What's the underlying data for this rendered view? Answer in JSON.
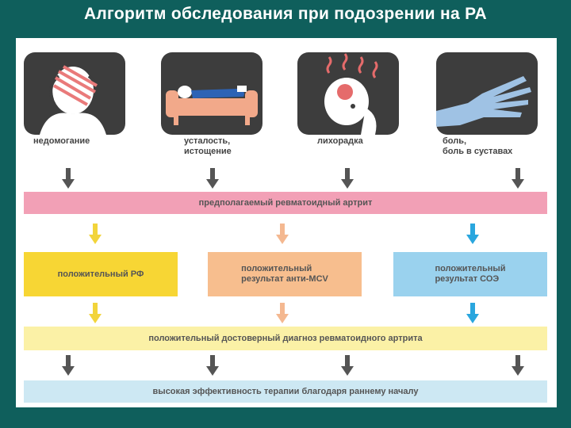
{
  "slide": {
    "title": "Алгоритм обследования при подозрении на РА"
  },
  "symptoms": [
    {
      "label": "недомогание"
    },
    {
      "label": "усталость,\nистощение"
    },
    {
      "label": "лихорадка"
    },
    {
      "label": "боль,\nболь в суставах"
    }
  ],
  "bands": {
    "suspected": "предполагаемый ревматоидный артрит",
    "diagnosis": "положительный достоверный диагноз ревматоидного артрита",
    "therapy": "высокая эффективность терапии благодаря раннему началу"
  },
  "tests": [
    {
      "label": "положительный РФ"
    },
    {
      "label": "положительный\nрезультат анти-MCV"
    },
    {
      "label": "положительный\nрезультат СОЭ"
    }
  ],
  "colors": {
    "background": "#0f5f5c",
    "pink_band": "#f2a0b6",
    "yellow_box": "#f7d634",
    "orange_box": "#f7be8e",
    "blue_box": "#9ad2ee",
    "yellow_band": "#fbf1a6",
    "blue_band": "#cde8f3",
    "dark_icon": "#3d3d3d",
    "arrow_gray": "#555555",
    "arrow_yellow": "#f2d43a",
    "arrow_orange": "#f4b890",
    "arrow_blue": "#2aa6de"
  },
  "icons": [
    "person-headache-icon",
    "person-on-sofa-icon",
    "fever-head-icon",
    "hand-icon"
  ]
}
